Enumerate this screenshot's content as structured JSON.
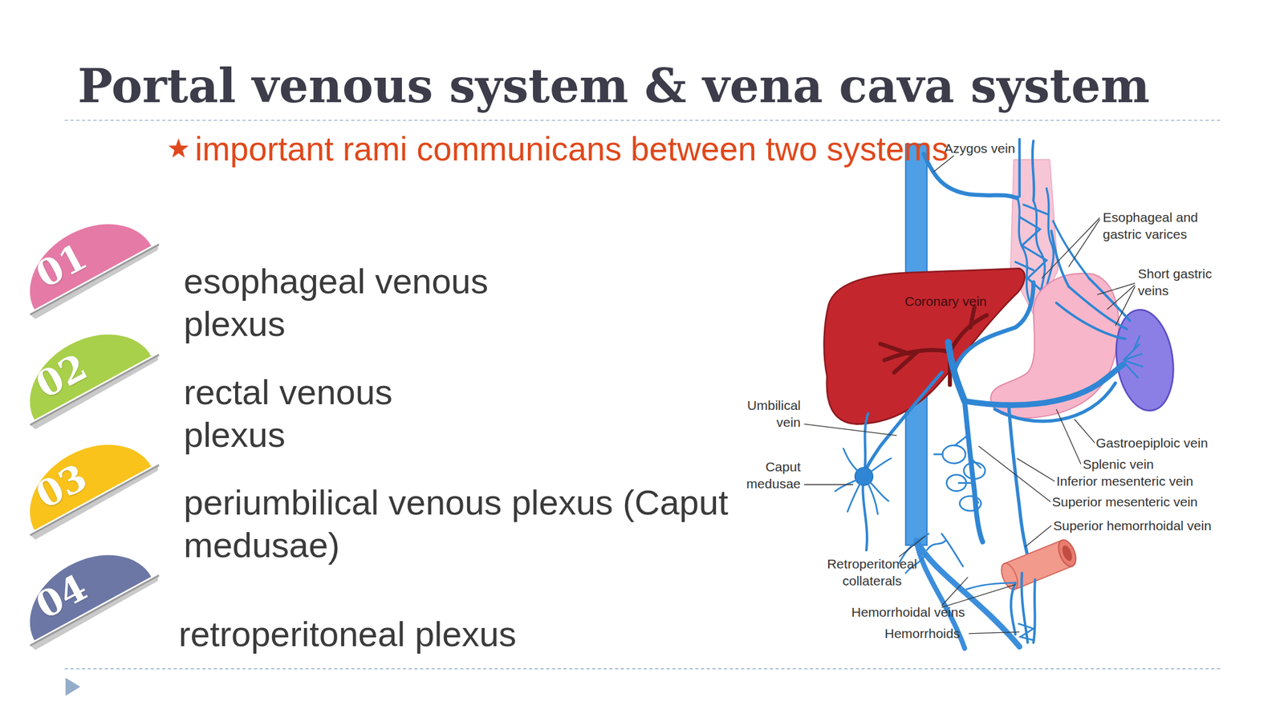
{
  "diagram": {
    "title": "Portal venous system & vena cava system",
    "nodes": [
      {
        "text": [
          "01"
        ]
      },
      {
        "text": [
          "02"
        ]
      },
      {
        "text": [
          "03"
        ]
      },
      {
        "text": [
          "04"
        ]
      }
    ],
    "labels": [
      "important rami communicans between two systems",
      "esophageal venous plexus",
      "rectal venous plexus",
      "periumbilical venous plexus (Caput medusae)",
      "retroperitoneal plexus",
      "Azygos vein",
      "Esophageal and gastric varices",
      "Short gastric veins",
      "Coronary vein",
      "Umbilical vein",
      "Caput medusae",
      "Gastroepiploic vein",
      "Splenic vein",
      "Inferior mesenteric vein",
      "Superior mesenteric vein",
      "Superior hemorrhoidal vein",
      "Retroperitoneal collaterals",
      "Hemorrhoidal veins",
      "Hemorrhoids"
    ]
  }
}
